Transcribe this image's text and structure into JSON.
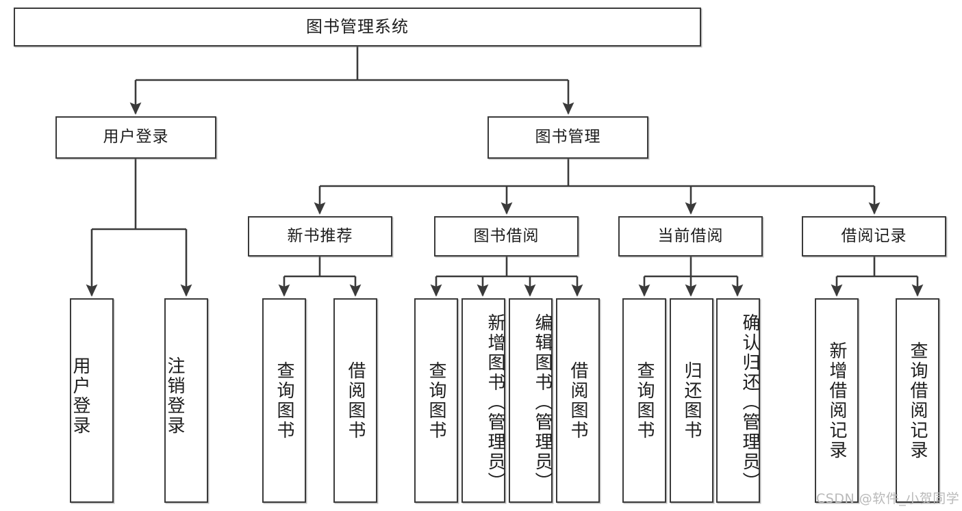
{
  "diagram": {
    "title": "图书管理系统",
    "type": "tree",
    "stroke_color": "#3a3a3a",
    "fill_color": "#ffffff",
    "text_color": "#1d1d1d"
  },
  "watermark": {
    "text": "CSDN @软件_小贺同学",
    "color": "#b9b9b9"
  },
  "nodes": {
    "root": {
      "label": "图书管理系统"
    },
    "level2": [
      {
        "label": "用户登录"
      },
      {
        "label": "图书管理"
      }
    ],
    "level3": [
      {
        "label": "新书推荐"
      },
      {
        "label": "图书借阅"
      },
      {
        "label": "当前借阅"
      },
      {
        "label": "借阅记录"
      }
    ],
    "leaves": {
      "user_login": [
        {
          "label": "用户登录"
        },
        {
          "label": "注销登录"
        }
      ],
      "new_book": [
        {
          "label": "查询图书"
        },
        {
          "label": "借阅图书"
        }
      ],
      "borrow": [
        {
          "label": "查询图书"
        },
        {
          "label": "新增图书（管理员）"
        },
        {
          "label": "编辑图书（管理员）"
        },
        {
          "label": "借阅图书"
        }
      ],
      "current": [
        {
          "label": "查询图书"
        },
        {
          "label": "归还图书"
        },
        {
          "label": "确认归还（管理员）"
        }
      ],
      "records": [
        {
          "label": "新增借阅记录"
        },
        {
          "label": "查询借阅记录"
        }
      ]
    }
  },
  "chart_data": {
    "type": "table",
    "title": "图书管理系统 功能结构图",
    "tree": {
      "name": "图书管理系统",
      "children": [
        {
          "name": "用户登录",
          "children": [
            {
              "name": "用户登录"
            },
            {
              "name": "注销登录"
            }
          ]
        },
        {
          "name": "图书管理",
          "children": [
            {
              "name": "新书推荐",
              "children": [
                {
                  "name": "查询图书"
                },
                {
                  "name": "借阅图书"
                }
              ]
            },
            {
              "name": "图书借阅",
              "children": [
                {
                  "name": "查询图书"
                },
                {
                  "name": "新增图书（管理员）"
                },
                {
                  "name": "编辑图书（管理员）"
                },
                {
                  "name": "借阅图书"
                }
              ]
            },
            {
              "name": "当前借阅",
              "children": [
                {
                  "name": "查询图书"
                },
                {
                  "name": "归还图书"
                },
                {
                  "name": "确认归还（管理员）"
                }
              ]
            },
            {
              "name": "借阅记录",
              "children": [
                {
                  "name": "新增借阅记录"
                },
                {
                  "name": "查询借阅记录"
                }
              ]
            }
          ]
        }
      ]
    }
  }
}
